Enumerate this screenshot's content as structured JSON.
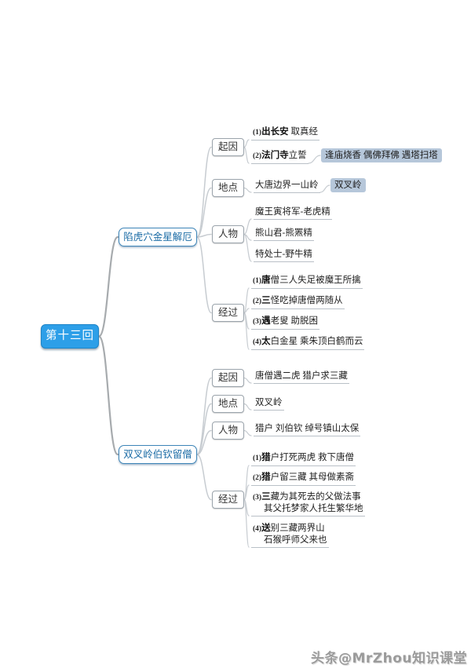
{
  "root": {
    "label": "第十三回"
  },
  "watermark": "头条@MrZhou知识课堂",
  "colors": {
    "root_bg": "#2d9fe8",
    "branch_border": "#3d85b8",
    "branch_text": "#1c6ca6",
    "highlight_bg": "#b6c7da",
    "connector": "#c7ccd1",
    "trunk_connector": "#a7abae"
  },
  "branches": [
    {
      "label": "陷虎穴金星解厄",
      "sections": [
        {
          "label": "起因",
          "items": [
            {
              "prefix": "(1)",
              "bold": "出长安",
              "text": " 取真经"
            },
            {
              "prefix": "(2)",
              "bold": "法门寺",
              "text": "立誓",
              "highlight": "逢庙烧香 偶佛拜佛 遇塔扫塔"
            }
          ]
        },
        {
          "label": "地点",
          "items": [
            {
              "text": "大唐边界一山岭",
              "highlight": "双叉岭"
            }
          ]
        },
        {
          "label": "人物",
          "items": [
            {
              "text": "魔王寅将军-老虎精"
            },
            {
              "text": "熊山君-熊罴精"
            },
            {
              "text": "特处士-野牛精"
            }
          ]
        },
        {
          "label": "经过",
          "items": [
            {
              "prefix": "(1)",
              "bold": "唐",
              "text": "僧三人失足被魔王所擒"
            },
            {
              "prefix": "(2)",
              "bold": "三",
              "text": "怪吃掉唐僧两随从"
            },
            {
              "prefix": "(3)",
              "bold": "遇",
              "text": "老叟 助脱困"
            },
            {
              "prefix": "(4)",
              "bold": "太",
              "text": "白金星 乘朱顶白鹤而云"
            }
          ]
        }
      ]
    },
    {
      "label": "双叉岭伯钦留僧",
      "sections": [
        {
          "label": "起因",
          "items": [
            {
              "text": "唐僧遇二虎 猎户求三藏"
            }
          ]
        },
        {
          "label": "地点",
          "items": [
            {
              "text": "双叉岭"
            }
          ]
        },
        {
          "label": "人物",
          "items": [
            {
              "text": "猎户 刘伯钦 绰号镇山太保"
            }
          ]
        },
        {
          "label": "经过",
          "items": [
            {
              "prefix": "(1)",
              "bold": "猎",
              "text": "户打死两虎 救下唐僧"
            },
            {
              "prefix": "(2)",
              "bold": "猎",
              "text": "户留三藏 其母做素斋"
            },
            {
              "prefix": "(3)",
              "bold": "三",
              "text": "藏为其死去的父做法事",
              "text2": "其父托梦家人托生繁华地"
            },
            {
              "prefix": "(4)",
              "bold": "送",
              "text": "别三藏两界山",
              "text2": "石猴呼师父来也"
            }
          ]
        }
      ]
    }
  ]
}
